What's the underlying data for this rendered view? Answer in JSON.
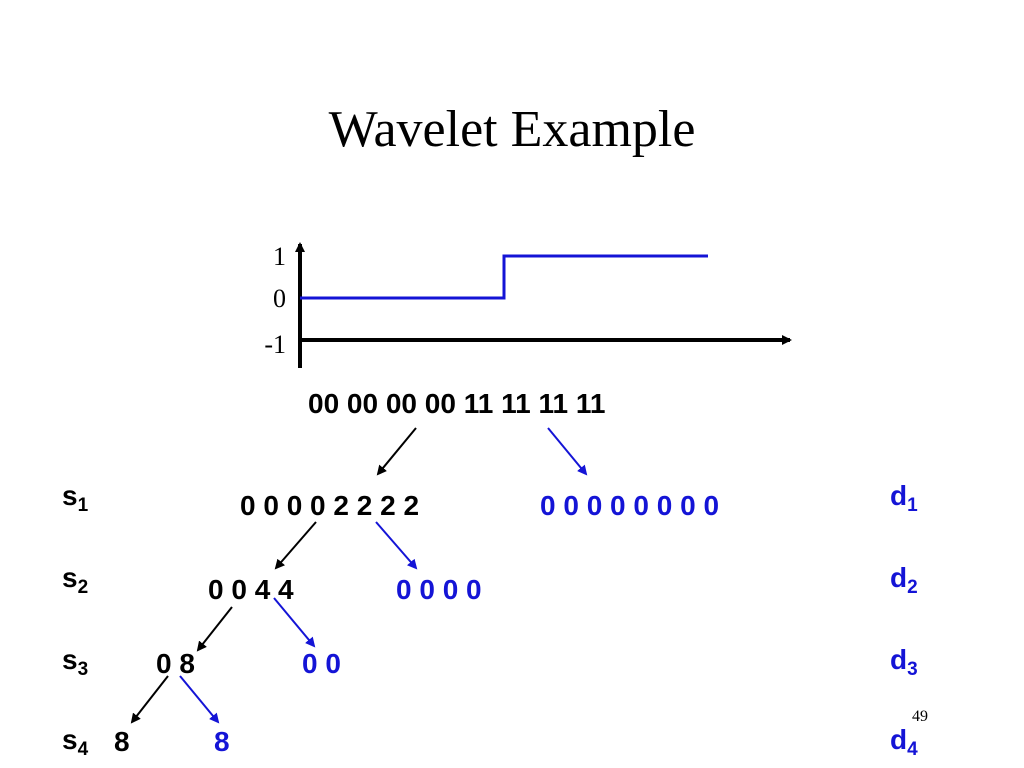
{
  "title": "Wavelet Example",
  "page_number": "49",
  "plot": {
    "y_ticks": [
      "1",
      "0",
      "-1"
    ],
    "signal": [
      {
        "t": 0,
        "v": 0
      },
      {
        "t": 0.5,
        "v": 0
      },
      {
        "t": 0.5,
        "v": 1
      },
      {
        "t": 1.0,
        "v": 1
      }
    ],
    "colors": {
      "signal": "#1414d6",
      "axes": "#000000"
    }
  },
  "input_sequence": "00 00 00 00 11 11 11 11",
  "levels": [
    {
      "s_label": "s",
      "s_index": "1",
      "d_label": "d",
      "d_index": "1",
      "s_values": "0 0 0 0 2 2 2 2",
      "d_values": "0 0 0 0 0 0 0 0"
    },
    {
      "s_label": "s",
      "s_index": "2",
      "d_label": "d",
      "d_index": "2",
      "s_values": "0 0 4 4",
      "d_values": "0 0 0 0"
    },
    {
      "s_label": "s",
      "s_index": "3",
      "d_label": "d",
      "d_index": "3",
      "s_values": "0 8",
      "d_values": "0 0"
    },
    {
      "s_label": "s",
      "s_index": "4",
      "d_label": "d",
      "d_index": "4",
      "s_values": "8",
      "d_values": "8"
    }
  ],
  "colors": {
    "approximation": "#000000",
    "detail": "#1414d6"
  }
}
